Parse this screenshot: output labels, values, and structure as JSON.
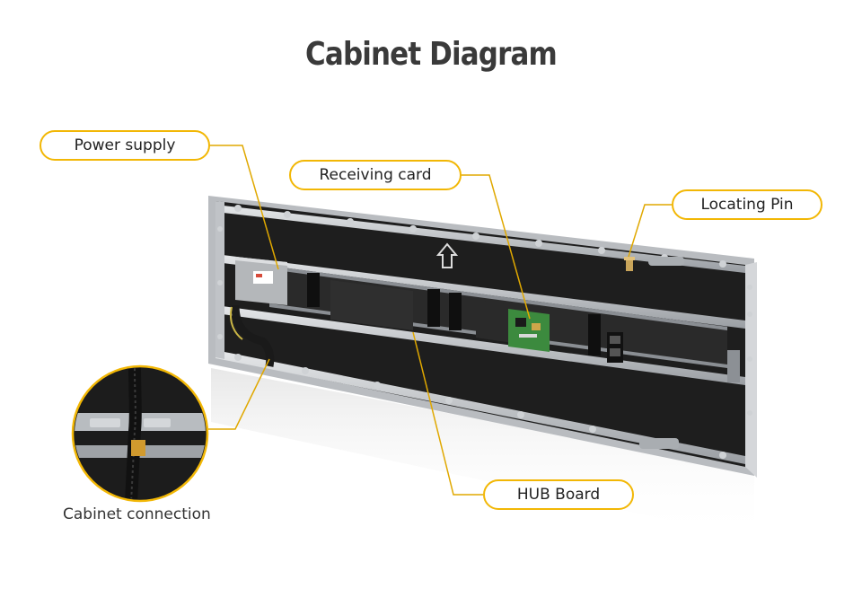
{
  "title": "Cabinet Diagram",
  "callouts": {
    "power_supply": "Power supply",
    "receiving_card": "Receiving card",
    "locating_pin": "Locating Pin",
    "hub_board": "HUB Board",
    "cabinet_connection": "Cabinet connection"
  },
  "colors": {
    "callout_border": "#f2b705",
    "leader_line": "#e0a800",
    "cabinet_body": "#1e1e1e",
    "frame": "#c9ccd0",
    "title": "#3a3a3a"
  }
}
